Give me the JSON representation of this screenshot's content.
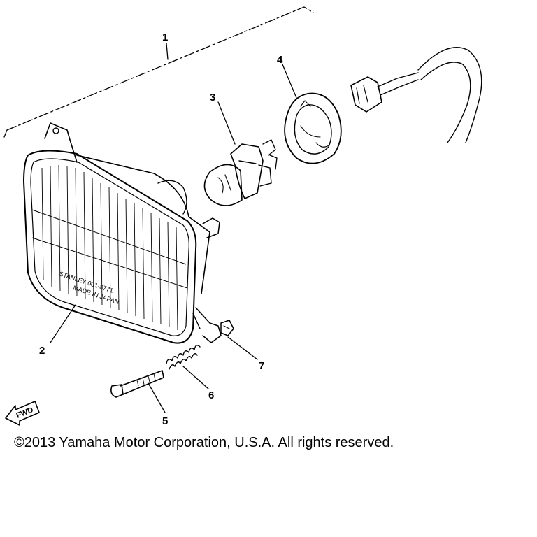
{
  "callouts": {
    "c1": "1",
    "c2": "2",
    "c3": "3",
    "c4": "4",
    "c5": "5",
    "c6": "6",
    "c7": "7"
  },
  "fwd_arrow_label": "FWD",
  "lens_text": {
    "line1": "STANLEY 001-8771",
    "line2": "MADE IN JAPAN"
  },
  "copyright": "©2013 Yamaha Motor Corporation, U.S.A. All rights reserved."
}
